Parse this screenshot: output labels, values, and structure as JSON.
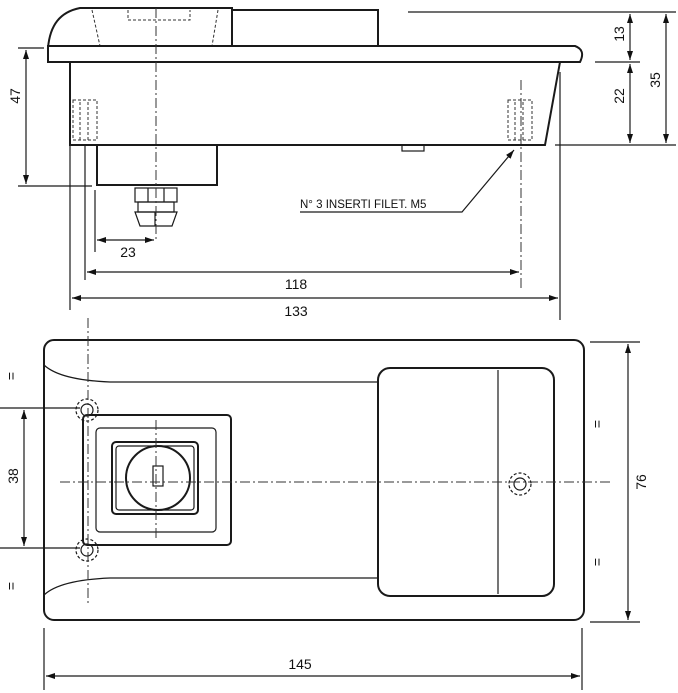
{
  "dimensions": {
    "d13": "13",
    "d35": "35",
    "d22": "22",
    "d47": "47",
    "d23": "23",
    "d118": "118",
    "d133": "133",
    "d38": "38",
    "d76": "76",
    "d145": "145"
  },
  "notes": {
    "inserts": "N° 3 INSERTI FILET. M5"
  },
  "symbols": {
    "parallel": "="
  }
}
